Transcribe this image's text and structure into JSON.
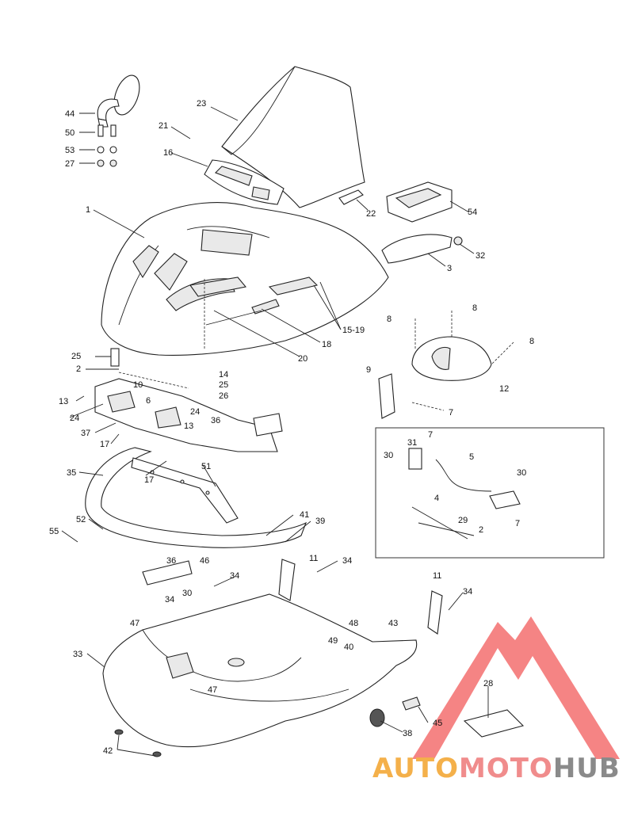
{
  "diagram": {
    "labels": [
      "44",
      "50",
      "53",
      "27",
      "23",
      "21",
      "16",
      "22",
      "54",
      "1",
      "3",
      "32",
      "8",
      "8",
      "8",
      "15-19",
      "18",
      "20",
      "25",
      "2",
      "14",
      "10",
      "25",
      "26",
      "13",
      "24",
      "6",
      "13",
      "24",
      "37",
      "17",
      "9",
      "12",
      "7",
      "36",
      "17",
      "51",
      "35",
      "52",
      "55",
      "41",
      "39",
      "36",
      "46",
      "34",
      "11",
      "34",
      "11",
      "34",
      "30",
      "34",
      "47",
      "48",
      "43",
      "49",
      "40",
      "33",
      "47",
      "28",
      "45",
      "38",
      "42",
      "31",
      "7",
      "5",
      "30",
      "4",
      "30",
      "29",
      "2",
      "7"
    ]
  },
  "watermark": {
    "logo_text": "AUTOMOTOHUB",
    "word_auto": "AUTO",
    "word_moto": "MOTO",
    "word_hub": "HUB",
    "colors": {
      "auto": "#f4b04a",
      "moto": "#f08c8c",
      "hub": "#8a8a8a",
      "triangle": "#f36f6f"
    }
  }
}
